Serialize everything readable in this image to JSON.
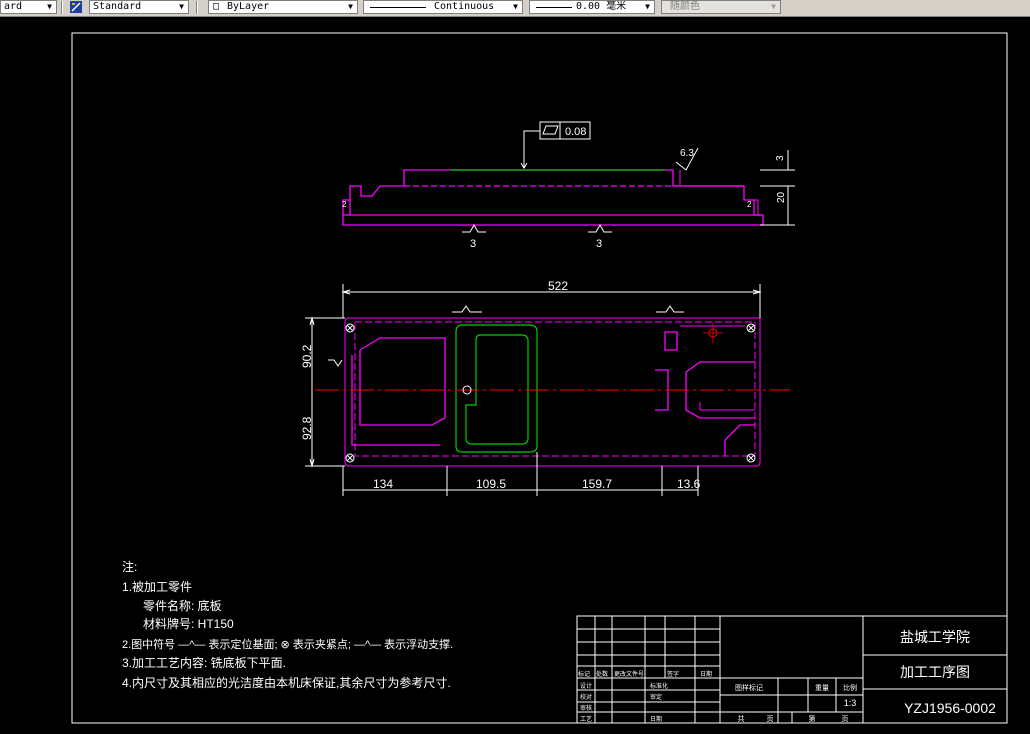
{
  "toolbar": {
    "text_style": "ard",
    "dim_style": "Standard",
    "layer": "ByLayer",
    "linetype": "Continuous",
    "lineweight": "0.00 毫米",
    "plot_style": "随颜色"
  },
  "colors": {
    "background": "#000000",
    "frame": "#ffffff",
    "part_outline": "#ff00ff",
    "fixture": "#00cc00",
    "center_line": "#ff0000"
  },
  "drawing": {
    "tolerance_value": "0.08",
    "surface_roughness": "6.3",
    "roughness_marks": [
      "3",
      "3"
    ],
    "side_dims": [
      "3",
      "20"
    ],
    "dim_overall": "522",
    "dim_left_upper": "90.2",
    "dim_left_lower": "92.8",
    "dims_bottom": [
      "134",
      "109.5",
      "159.7",
      "13.6"
    ],
    "small_labels": [
      "2",
      "2"
    ]
  },
  "notes": {
    "title": "注:",
    "lines": [
      "1.被加工零件",
      "零件名称: 底板",
      "材料牌号: HT150",
      "2.图中符号 —^— 表示定位基面; ⊗ 表示夹紧点; —^— 表示浮动支撑.",
      "3.加工工艺内容: 铣底板下平面.",
      "4.内尺寸及其相应的光洁度由本机床保证,其余尺寸为参考尺寸."
    ]
  },
  "title_block": {
    "school": "盐城工学院",
    "drawing_name": "加工工序图",
    "drawing_no": "YZJ1956-0002",
    "scale": "1:3",
    "labels": {
      "stage_mark": "图样标记",
      "weight": "重量",
      "scale_label": "比例",
      "total": "共",
      "page": "页",
      "sheet": "第",
      "sheet_page": "页",
      "rev_row": [
        "标记",
        "处数",
        "更改文件号",
        "签字",
        "日期"
      ],
      "design": "设计",
      "standardize": "标准化",
      "check": "校对",
      "review": "审定",
      "audit": "审核",
      "craft": "工艺",
      "date": "日期"
    }
  }
}
